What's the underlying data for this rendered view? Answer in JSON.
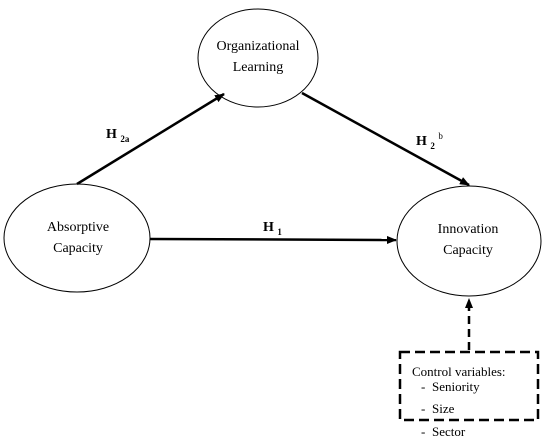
{
  "nodes": {
    "absorptive": {
      "line1": "Absorptive",
      "line2": "Capacity"
    },
    "organizational": {
      "line1": "Organizational",
      "line2": "Learning"
    },
    "innovation": {
      "line1": "Innovation",
      "line2": "Capacity"
    }
  },
  "hypotheses": {
    "h1": {
      "main": "H",
      "sub": "1"
    },
    "h2a": {
      "main": "H",
      "sub": "2a"
    },
    "h2b": {
      "main": "H",
      "sup": "b",
      "sub": "2"
    }
  },
  "controls": {
    "title": "Control variables:",
    "items": [
      {
        "bullet": "-",
        "label": "Seniority"
      },
      {
        "bullet": "-",
        "label": "Size"
      },
      {
        "bullet": "-",
        "label": "Sector"
      }
    ]
  },
  "colors": {
    "stroke": "#000000",
    "background": "#ffffff"
  }
}
